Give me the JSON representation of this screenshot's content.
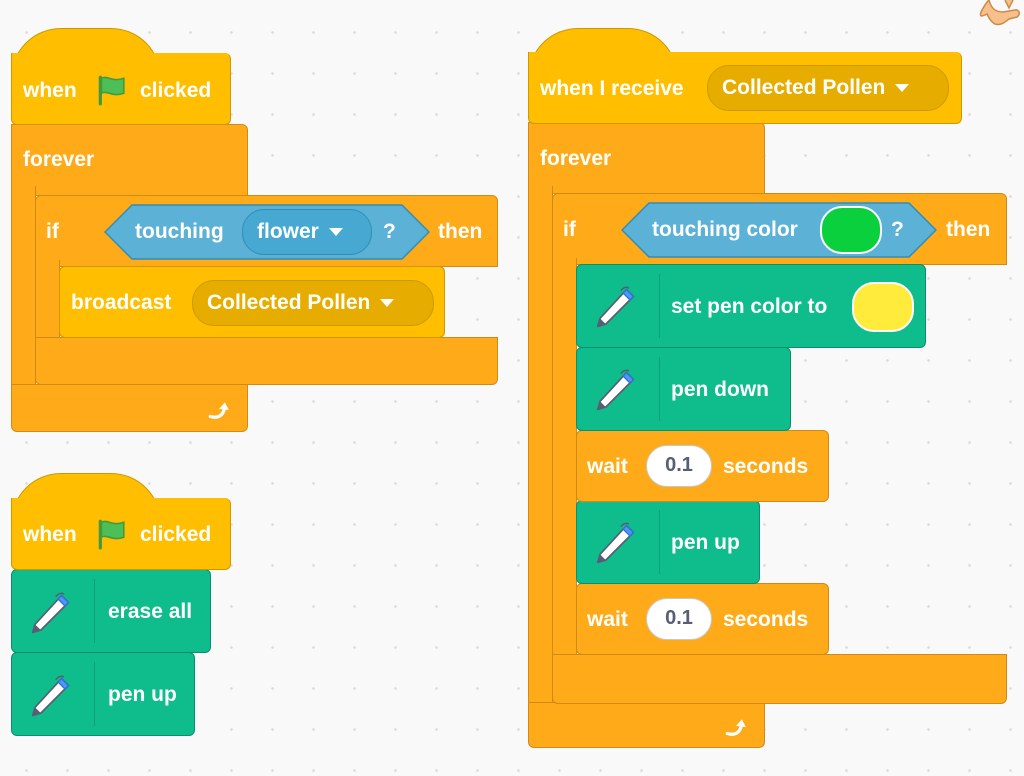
{
  "script_flag_forever": {
    "hat": {
      "prefix": "when",
      "suffix": "clicked",
      "icon": "green-flag-icon"
    },
    "forever_label": "forever",
    "if_label": "if",
    "then_label": "then",
    "sensing": {
      "label": "touching",
      "menu_value": "flower",
      "question": "?"
    },
    "broadcast": {
      "label": "broadcast",
      "menu_value": "Collected Pollen"
    },
    "loop_icon": "loop-arrow-icon"
  },
  "script_receive": {
    "hat": {
      "label": "when I receive",
      "menu_value": "Collected Pollen"
    },
    "forever_label": "forever",
    "if_label": "if",
    "then_label": "then",
    "sensing": {
      "label": "touching color",
      "question": "?",
      "color": "#0bd03e"
    },
    "set_pen_color": {
      "label": "set pen color to",
      "color": "#ffeb3b",
      "icon": "pen-icon"
    },
    "pen_down": {
      "label": "pen down",
      "icon": "pen-icon"
    },
    "wait1": {
      "prefix": "wait",
      "value": "0.1",
      "suffix": "seconds"
    },
    "pen_up": {
      "label": "pen up",
      "icon": "pen-icon"
    },
    "wait2": {
      "prefix": "wait",
      "value": "0.1",
      "suffix": "seconds"
    },
    "loop_icon": "loop-arrow-icon"
  },
  "script_flag_erase": {
    "hat": {
      "prefix": "when",
      "suffix": "clicked",
      "icon": "green-flag-icon"
    },
    "erase_all": {
      "label": "erase all",
      "icon": "pen-icon"
    },
    "pen_up": {
      "label": "pen up",
      "icon": "pen-icon"
    }
  },
  "colors": {
    "events": "#ffbf00",
    "control": "#ffab19",
    "pen": "#0fbd8c",
    "sensing": "#5cb1d6"
  }
}
